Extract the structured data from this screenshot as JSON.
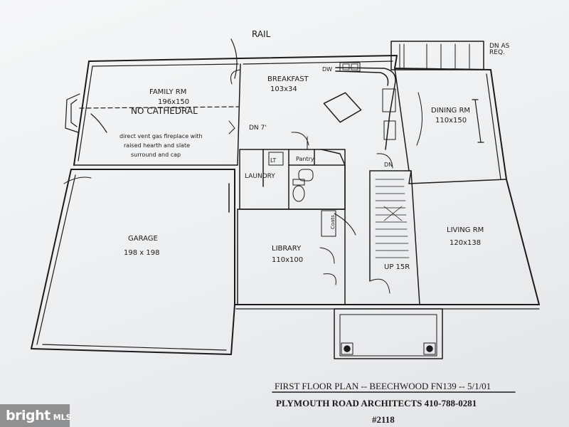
{
  "plan": {
    "title_line": "FIRST FLOOR PLAN -- BEECHWOOD FN139 -- 5/1/01",
    "architect_line": "PLYMOUTH ROAD ARCHITECTS 410-788-0281",
    "number_line": "#2118"
  },
  "annotations": {
    "rail": "RAIL",
    "dn_as_req_1": "DN AS",
    "dn_as_req_2": "REQ.",
    "dw": "DW",
    "no_cathedral": "NO CATHEDRAL",
    "dn_7": "DN 7'",
    "fireplace_1": "direct vent gas fireplace with",
    "fireplace_2": "raised hearth and slate",
    "fireplace_3": "surround and cap",
    "lt": "LT",
    "pantry": "Pantry",
    "coats": "Coats",
    "dn": "DN",
    "up_15r": "UP 15R"
  },
  "rooms": [
    {
      "name": "FAMILY RM",
      "size": "196x150"
    },
    {
      "name": "BREAKFAST",
      "size": "103x34"
    },
    {
      "name": "DINING RM",
      "size": "110x150"
    },
    {
      "name": "LAUNDRY",
      "size": ""
    },
    {
      "name": "GARAGE",
      "size": "198 x 198"
    },
    {
      "name": "LIBRARY",
      "size": "110x100"
    },
    {
      "name": "LIVING RM",
      "size": "120x138"
    }
  ],
  "watermark": {
    "brand": "bright",
    "suffix": "MLS"
  }
}
